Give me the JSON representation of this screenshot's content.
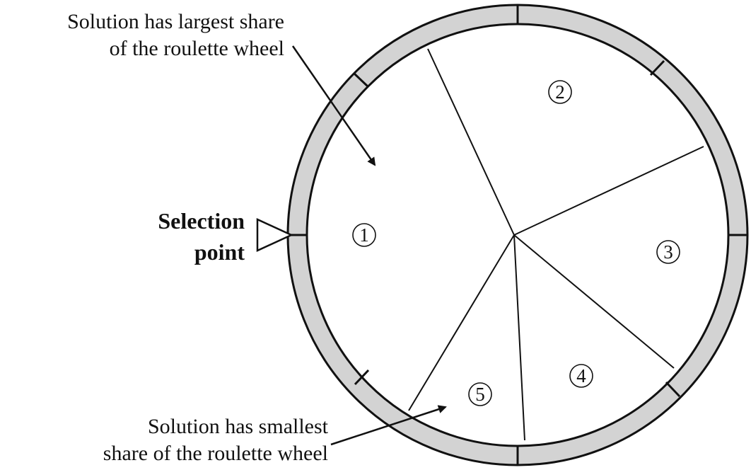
{
  "annotations": {
    "largest_share": [
      "Solution has largest share",
      "of the roulette wheel"
    ],
    "smallest_share": [
      "Solution has smallest",
      "share of the roulette wheel"
    ],
    "selection_point": [
      "Selection",
      "point"
    ]
  },
  "wheel": {
    "segments": [
      {
        "label": "1"
      },
      {
        "label": "2"
      },
      {
        "label": "3"
      },
      {
        "label": "4"
      },
      {
        "label": "5"
      }
    ]
  },
  "colors": {
    "rim_fill": "#d3d3d3",
    "line": "#111111",
    "background": "#ffffff"
  }
}
